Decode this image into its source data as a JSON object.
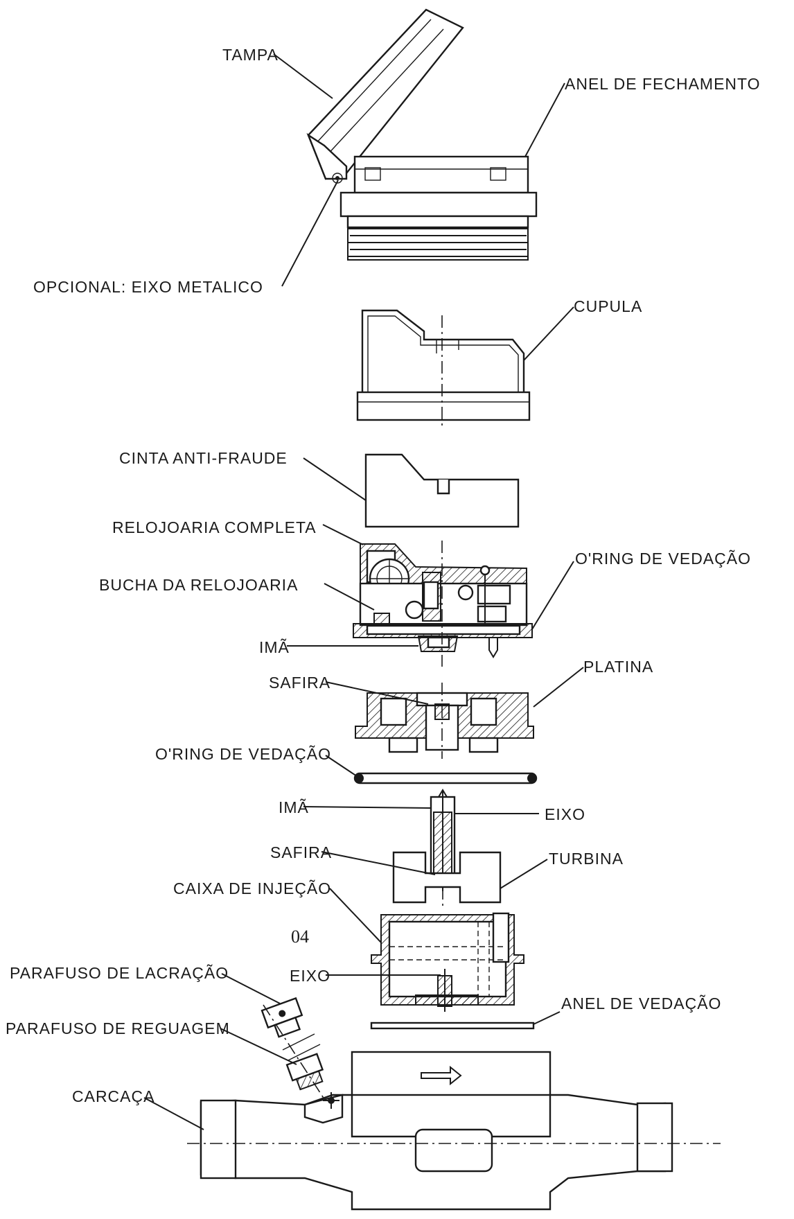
{
  "labels": {
    "tampa": "TAMPA",
    "anel_fechamento": "ANEL DE FECHAMENTO",
    "opcional_eixo": "OPCIONAL: EIXO METALICO",
    "cupula": "CUPULA",
    "cinta": "CINTA ANTI-FRAUDE",
    "relojoaria": "RELOJOARIA COMPLETA",
    "oring_1": "O'RING DE VEDAÇÃO",
    "bucha": "BUCHA DA RELOJOARIA",
    "ima_1": "IMÃ",
    "platina": "PLATINA",
    "safira_1": "SAFIRA",
    "oring_2": "O'RING DE VEDAÇÃO",
    "ima_2": "IMÃ",
    "eixo_1": "EIXO",
    "safira_2": "SAFIRA",
    "turbina": "TURBINA",
    "caixa_injecao": "CAIXA DE INJEÇÃO",
    "page_number": "04",
    "parafuso_lacracao": "PARAFUSO DE LACRAÇÃO",
    "eixo_2": "EIXO",
    "anel_vedacao": "ANEL DE VEDAÇÃO",
    "parafuso_reguagem": "PARAFUSO DE REGUAGEM",
    "carcaca": "CARCAÇA"
  }
}
